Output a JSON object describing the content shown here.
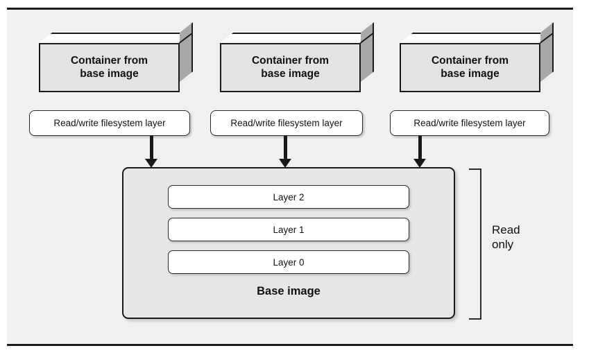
{
  "figure": {
    "containers": [
      {
        "label": "Container from\nbase image"
      },
      {
        "label": "Container from\nbase image"
      },
      {
        "label": "Container from\nbase image"
      }
    ],
    "rw_layers": [
      {
        "label": "Read/write filesystem layer"
      },
      {
        "label": "Read/write filesystem layer"
      },
      {
        "label": "Read/write filesystem layer"
      }
    ],
    "base_image": {
      "title": "Base image",
      "layers": [
        {
          "label": "Layer 2"
        },
        {
          "label": "Layer 1"
        },
        {
          "label": "Layer 0"
        }
      ]
    },
    "annotation": {
      "readonly_label": "Read\nonly"
    },
    "colors": {
      "panel_background": "#f0f0f0",
      "cube_front": "#e3e3e3",
      "cube_top": "#ffffff",
      "cube_side": "#a8a8a8",
      "base_image_fill": "#e6e6e6",
      "box_fill": "#ffffff",
      "stroke": "#1a1a1a",
      "text": "#111111"
    }
  }
}
